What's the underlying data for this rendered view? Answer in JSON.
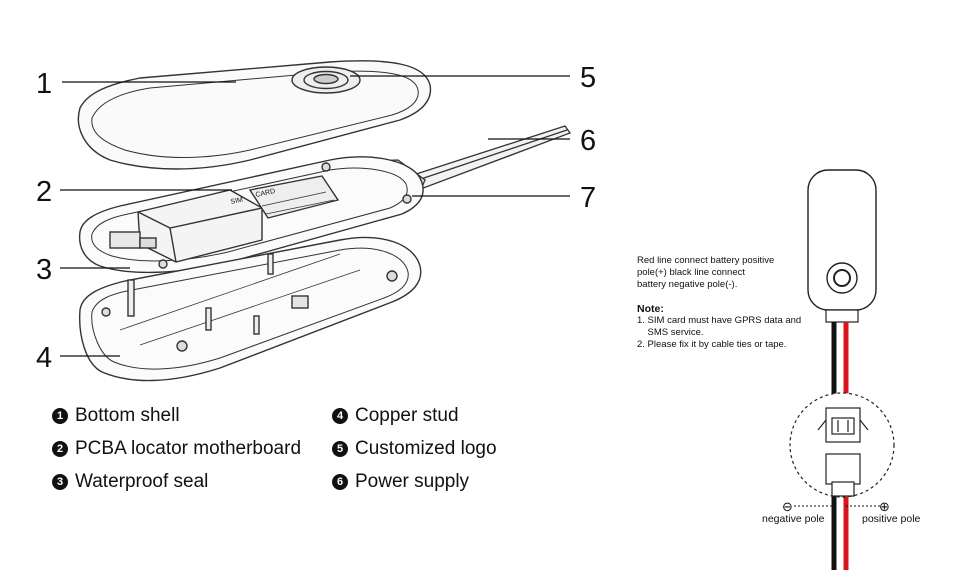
{
  "callouts": {
    "n1": "1",
    "n2": "2",
    "n3": "3",
    "n4": "4",
    "n5": "5",
    "n6": "6",
    "n7": "7"
  },
  "legend": [
    {
      "badge": "1",
      "label": "Bottom shell"
    },
    {
      "badge": "2",
      "label": "PCBA locator motherboard"
    },
    {
      "badge": "3",
      "label": "Waterproof seal"
    },
    {
      "badge": "4",
      "label": "Copper stud"
    },
    {
      "badge": "5",
      "label": "Customized logo"
    },
    {
      "badge": "6",
      "label": "Power supply"
    }
  ],
  "board_text": {
    "sim": "SIM",
    "card": "CARD"
  },
  "wiring_note": {
    "line1": "Red line connect battery positive",
    "line2": "pole(+)  black line connect",
    "line3": "battery negative pole(-).",
    "note_title": "Note:",
    "note1a": "1. SIM card must have GPRS data and",
    "note1b": "    SMS service.",
    "note2": "2. Please fix it by cable ties or tape."
  },
  "poles": {
    "negative_symbol": "⊖",
    "positive_symbol": "⊕",
    "negative_label": "negative pole",
    "positive_label": "positive pole"
  },
  "colors": {
    "positive_wire": "#d8151c",
    "negative_wire": "#111111",
    "line_art": "#333333"
  }
}
